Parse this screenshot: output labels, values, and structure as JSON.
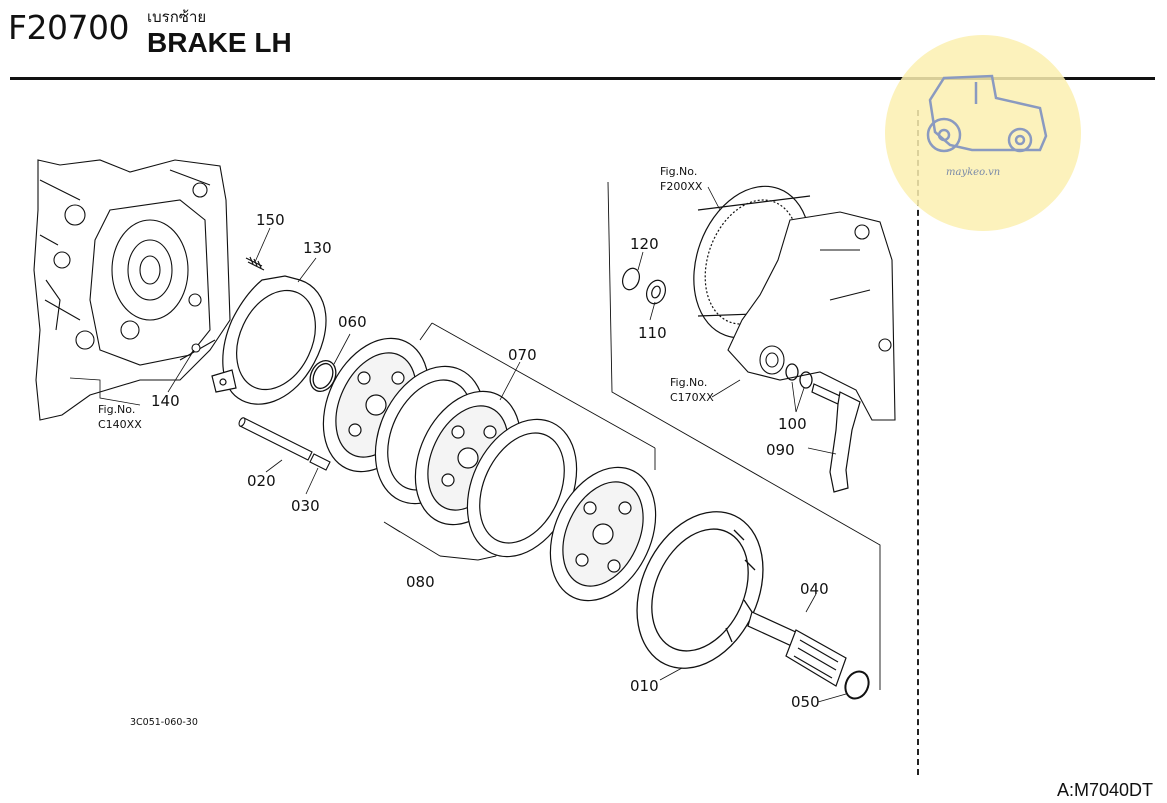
{
  "header": {
    "code": "F20700",
    "title_thai": "เบรกซ้าย",
    "title": "BRAKE LH"
  },
  "watermark": {
    "text": "maykeo.vn",
    "circle_color": "#fbf0b0",
    "icon": "tractor-icon"
  },
  "parts": [
    {
      "no": "010"
    },
    {
      "no": "020"
    },
    {
      "no": "030"
    },
    {
      "no": "040"
    },
    {
      "no": "050"
    },
    {
      "no": "060"
    },
    {
      "no": "070"
    },
    {
      "no": "080"
    },
    {
      "no": "090"
    },
    {
      "no": "100"
    },
    {
      "no": "110"
    },
    {
      "no": "120"
    },
    {
      "no": "130"
    },
    {
      "no": "140"
    },
    {
      "no": "150"
    }
  ],
  "figure_refs": [
    {
      "label": "Fig.No.",
      "code": "C140XX"
    },
    {
      "label": "Fig.No.",
      "code": "F200XX"
    },
    {
      "label": "Fig.No.",
      "code": "C170XX"
    }
  ],
  "drawing_number": "3C051-060-30",
  "footer": {
    "model": "A:M7040DT"
  }
}
